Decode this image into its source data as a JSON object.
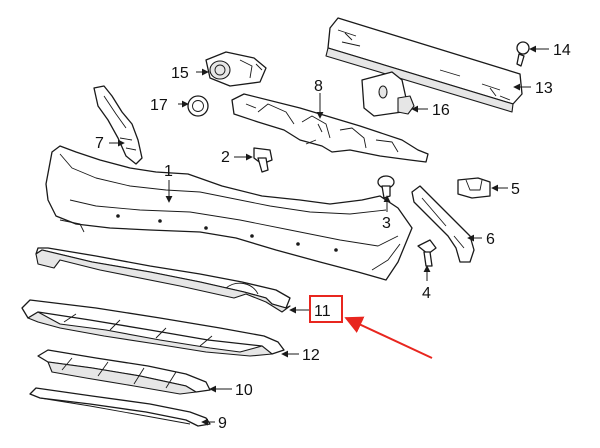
{
  "callouts": [
    {
      "id": "1",
      "label": "1"
    },
    {
      "id": "2",
      "label": "2"
    },
    {
      "id": "3",
      "label": "3"
    },
    {
      "id": "4",
      "label": "4"
    },
    {
      "id": "5",
      "label": "5"
    },
    {
      "id": "6",
      "label": "6"
    },
    {
      "id": "7",
      "label": "7"
    },
    {
      "id": "8",
      "label": "8"
    },
    {
      "id": "9",
      "label": "9"
    },
    {
      "id": "10",
      "label": "10"
    },
    {
      "id": "11",
      "label": "11"
    },
    {
      "id": "12",
      "label": "12"
    },
    {
      "id": "13",
      "label": "13"
    },
    {
      "id": "14",
      "label": "14"
    },
    {
      "id": "15",
      "label": "15"
    },
    {
      "id": "16",
      "label": "16"
    },
    {
      "id": "17",
      "label": "17"
    }
  ],
  "highlight": {
    "callout": "11",
    "color": "#e8261f"
  },
  "colors": {
    "line": "#1a1a1a",
    "background": "#ffffff"
  }
}
